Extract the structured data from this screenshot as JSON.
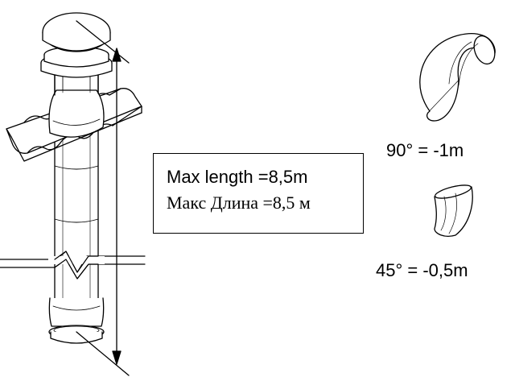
{
  "info_box": {
    "line_en": "Max length =8,5m",
    "line_ru": "Макс Длина =8,5 м"
  },
  "elbows": [
    {
      "label": "90° = -1m"
    },
    {
      "label": "45° = -0,5m"
    }
  ],
  "colors": {
    "ink": "#000000",
    "fill": "#ffffff",
    "shade": "#f4f4f4"
  }
}
